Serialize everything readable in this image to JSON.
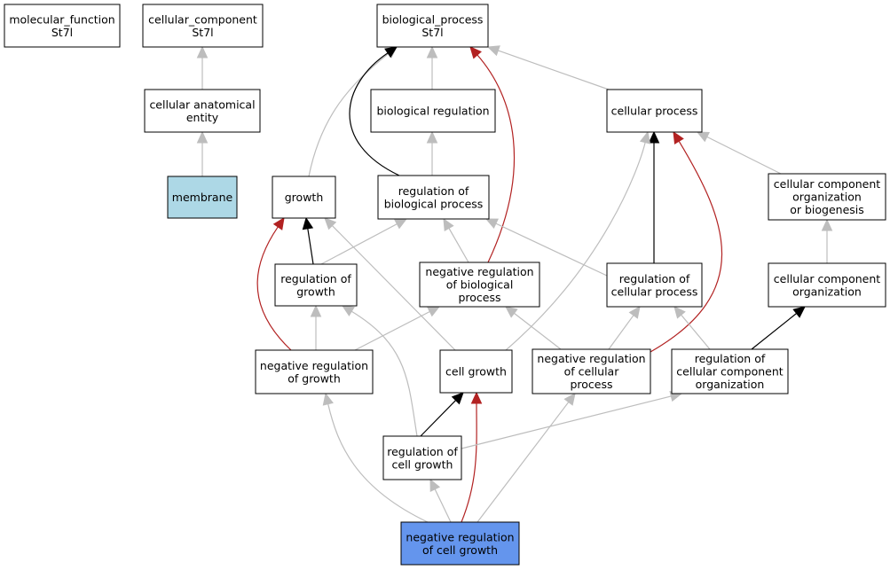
{
  "colors": {
    "is_a": "#bdbdbd",
    "part_of": "#000000",
    "negatively_regulates": "#b22222",
    "highlight_node": "#add8e6",
    "focus_node": "#6495ed",
    "node_fill": "#ffffff",
    "node_border": "#000000"
  },
  "nodes": [
    {
      "id": "mf",
      "lines": [
        "molecular_function",
        "St7l"
      ]
    },
    {
      "id": "cc",
      "lines": [
        "cellular_component",
        "St7l"
      ]
    },
    {
      "id": "bp",
      "lines": [
        "biological_process",
        "St7l"
      ]
    },
    {
      "id": "cae",
      "lines": [
        "cellular anatomical",
        "entity"
      ]
    },
    {
      "id": "mem",
      "lines": [
        "membrane"
      ],
      "color_key": "highlight_node"
    },
    {
      "id": "biolreg",
      "lines": [
        "biological regulation"
      ]
    },
    {
      "id": "cellproc",
      "lines": [
        "cellular process"
      ]
    },
    {
      "id": "growth",
      "lines": [
        "growth"
      ]
    },
    {
      "id": "regbp",
      "lines": [
        "regulation of",
        "biological process"
      ]
    },
    {
      "id": "ccob",
      "lines": [
        "cellular component",
        "organization",
        "or biogenesis"
      ]
    },
    {
      "id": "reggrowth",
      "lines": [
        "regulation of",
        "growth"
      ]
    },
    {
      "id": "negregbp",
      "lines": [
        "negative regulation",
        "of biological",
        "process"
      ]
    },
    {
      "id": "regcp",
      "lines": [
        "regulation of",
        "cellular process"
      ]
    },
    {
      "id": "cco",
      "lines": [
        "cellular component",
        "organization"
      ]
    },
    {
      "id": "negreggrowth",
      "lines": [
        "negative regulation",
        "of growth"
      ]
    },
    {
      "id": "cellgrowth",
      "lines": [
        "cell growth"
      ]
    },
    {
      "id": "negregcp",
      "lines": [
        "negative regulation",
        "of cellular",
        "process"
      ]
    },
    {
      "id": "regcco",
      "lines": [
        "regulation of",
        "cellular component",
        "organization"
      ]
    },
    {
      "id": "regcellgrowth",
      "lines": [
        "regulation of",
        "cell growth"
      ]
    },
    {
      "id": "negregcellgrowth",
      "lines": [
        "negative regulation",
        "of cell growth"
      ],
      "color_key": "focus_node"
    }
  ],
  "edges": [
    {
      "from": "cae",
      "to": "cc",
      "type": "is_a"
    },
    {
      "from": "mem",
      "to": "cae",
      "type": "is_a"
    },
    {
      "from": "biolreg",
      "to": "bp",
      "type": "is_a"
    },
    {
      "from": "cellproc",
      "to": "bp",
      "type": "is_a"
    },
    {
      "from": "growth",
      "to": "bp",
      "type": "is_a"
    },
    {
      "from": "regbp",
      "to": "bp",
      "type": "part_of"
    },
    {
      "from": "negregbp",
      "to": "bp",
      "type": "negatively_regulates"
    },
    {
      "from": "regbp",
      "to": "biolreg",
      "type": "is_a"
    },
    {
      "from": "ccob",
      "to": "cellproc",
      "type": "is_a"
    },
    {
      "from": "regcp",
      "to": "cellproc",
      "type": "part_of"
    },
    {
      "from": "negregcp",
      "to": "cellproc",
      "type": "negatively_regulates"
    },
    {
      "from": "cellgrowth",
      "to": "cellproc",
      "type": "is_a"
    },
    {
      "from": "reggrowth",
      "to": "growth",
      "type": "part_of"
    },
    {
      "from": "negreggrowth",
      "to": "growth",
      "type": "negatively_regulates"
    },
    {
      "from": "cellgrowth",
      "to": "growth",
      "type": "is_a"
    },
    {
      "from": "reggrowth",
      "to": "regbp",
      "type": "is_a"
    },
    {
      "from": "negregbp",
      "to": "regbp",
      "type": "is_a"
    },
    {
      "from": "regcp",
      "to": "regbp",
      "type": "is_a"
    },
    {
      "from": "cco",
      "to": "ccob",
      "type": "is_a"
    },
    {
      "from": "negreggrowth",
      "to": "reggrowth",
      "type": "is_a"
    },
    {
      "from": "regcellgrowth",
      "to": "reggrowth",
      "type": "is_a"
    },
    {
      "from": "negreggrowth",
      "to": "negregbp",
      "type": "is_a"
    },
    {
      "from": "negregcp",
      "to": "negregbp",
      "type": "is_a"
    },
    {
      "from": "negregcp",
      "to": "regcp",
      "type": "is_a"
    },
    {
      "from": "regcco",
      "to": "regcp",
      "type": "is_a"
    },
    {
      "from": "regcco",
      "to": "cco",
      "type": "part_of"
    },
    {
      "from": "negregcellgrowth",
      "to": "negreggrowth",
      "type": "is_a"
    },
    {
      "from": "regcellgrowth",
      "to": "cellgrowth",
      "type": "part_of"
    },
    {
      "from": "negregcellgrowth",
      "to": "cellgrowth",
      "type": "negatively_regulates"
    },
    {
      "from": "negregcellgrowth",
      "to": "negregcp",
      "type": "is_a"
    },
    {
      "from": "regcellgrowth",
      "to": "regcco",
      "type": "is_a"
    },
    {
      "from": "negregcellgrowth",
      "to": "regcellgrowth",
      "type": "is_a"
    }
  ]
}
